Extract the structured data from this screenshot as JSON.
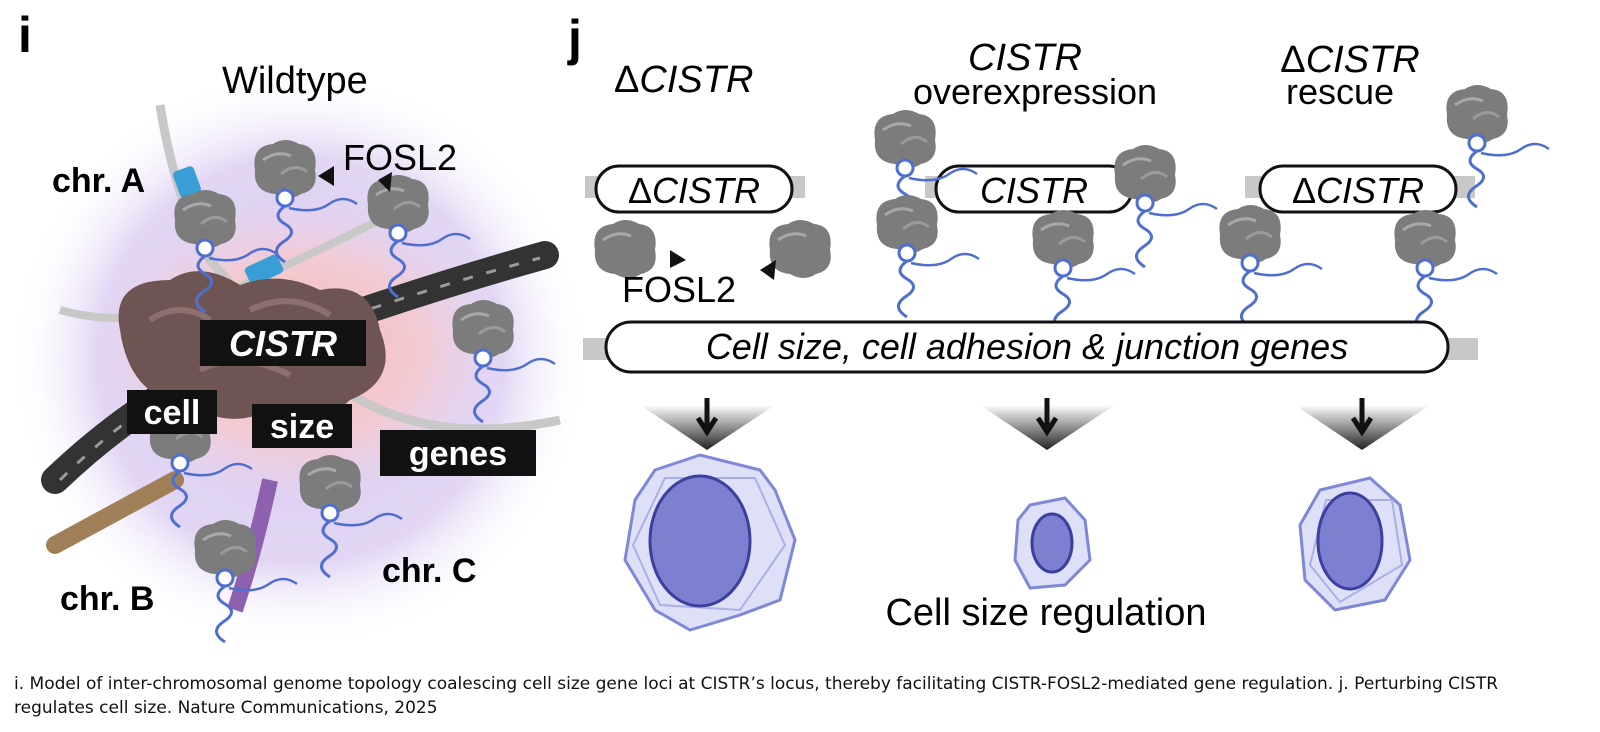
{
  "panel_i": {
    "letter": "i",
    "title": "Wildtype",
    "chr_a": "chr. A",
    "chr_b": "chr. B",
    "chr_c": "chr. C",
    "fosl2": "FOSL2",
    "cistr_label": "CISTR",
    "gene_labels": [
      "cell",
      "size",
      "genes"
    ]
  },
  "panel_j": {
    "letter": "j",
    "conditions": [
      {
        "delta": "Δ",
        "name": "CISTR",
        "line2": "",
        "locus_delta": "Δ",
        "locus": "CISTR"
      },
      {
        "delta": "",
        "name": "CISTR",
        "line2": "overexpression",
        "locus_delta": "",
        "locus": "CISTR"
      },
      {
        "delta": "Δ",
        "name": "CISTR",
        "line2": "rescue",
        "locus_delta": "Δ",
        "locus": "CISTR"
      }
    ],
    "fosl2": "FOSL2",
    "genes_bar": "Cell size, cell adhesion & junction genes",
    "bottom_label": "Cell size regulation",
    "colors": {
      "cell_fill": "#dde0f7",
      "cell_line": "#7f87d8",
      "nucleus": "#7d7fd0",
      "rna": "#4f6fd0",
      "protein": "#777777"
    }
  },
  "caption": {
    "line1": "i. Model of inter-chromosomal genome topology coalescing cell size gene loci at CISTR’s locus, thereby facilitating CISTR-FOSL2-mediated gene regulation. j. Perturbing CISTR",
    "line2": "regulates cell size. Nature Communications, 2025"
  }
}
